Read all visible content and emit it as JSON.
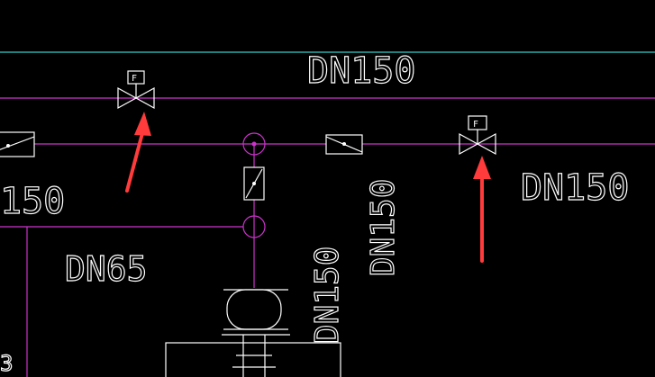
{
  "colors": {
    "background": "#000000",
    "pipe": "#cc33cc",
    "cyan_line": "#33cccc",
    "symbol": "#ffffff",
    "arrow": "#ff3b3b"
  },
  "labels": {
    "top_main": "DN150",
    "right_main": "DN150",
    "left_partial": "150",
    "branch_left": "DN65",
    "vertical_mid": "DN150",
    "vertical_pump": "DN150",
    "left_edge_fragment": "3",
    "valve1_tag": "F",
    "valve2_tag": "F"
  },
  "icons": {
    "valve": "gate-valve-icon",
    "check": "check-valve-icon",
    "pump": "pump-icon",
    "arrow": "red-arrow-icon"
  }
}
